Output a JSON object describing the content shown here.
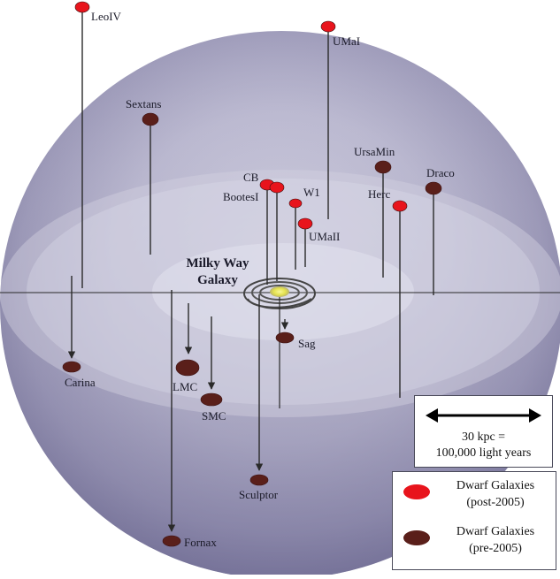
{
  "diagram": {
    "title_line1": "Milky Way",
    "title_line2": "Galaxy",
    "scale": {
      "line1": "30 kpc =",
      "line2": "100,000 light years"
    },
    "legend": [
      {
        "label_line1": "Dwarf Galaxies",
        "label_line2": "(post-2005)",
        "color": "#e8141c"
      },
      {
        "label_line1": "Dwarf Galaxies",
        "label_line2": "(pre-2005)",
        "color": "#5a1f1a"
      }
    ],
    "colors": {
      "post2005": "#e8141c",
      "pre2005": "#5a1f1a",
      "sphere": "#8c89a8",
      "sun_core": "#f2f25a"
    },
    "galaxies": [
      {
        "name": "LeoIV",
        "group": "post-2005"
      },
      {
        "name": "UMaI",
        "group": "post-2005"
      },
      {
        "name": "Sextans",
        "group": "pre-2005"
      },
      {
        "name": "UrsaMin",
        "group": "pre-2005"
      },
      {
        "name": "Draco",
        "group": "pre-2005"
      },
      {
        "name": "CB",
        "group": "post-2005"
      },
      {
        "name": "BootesI",
        "group": "post-2005"
      },
      {
        "name": "W1",
        "group": "post-2005"
      },
      {
        "name": "Herc",
        "group": "post-2005"
      },
      {
        "name": "UMaII",
        "group": "post-2005"
      },
      {
        "name": "Carina",
        "group": "pre-2005"
      },
      {
        "name": "LMC",
        "group": "pre-2005"
      },
      {
        "name": "SMC",
        "group": "pre-2005"
      },
      {
        "name": "Sag",
        "group": "pre-2005"
      },
      {
        "name": "Sculptor",
        "group": "pre-2005"
      },
      {
        "name": "Fornax",
        "group": "pre-2005"
      }
    ]
  }
}
